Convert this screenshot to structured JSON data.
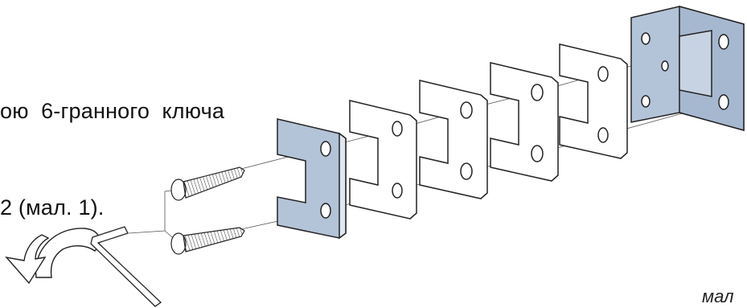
{
  "instructions": {
    "line1": "ою  6-гранного  ключа",
    "line2": "2 (мал. 1)."
  },
  "figure": {
    "caption": "мал",
    "colors": {
      "blue_plate": "#b3c3d8",
      "outline": "#222222",
      "guide_line": "#555555"
    },
    "parts": [
      "rotation-arrow-icon",
      "hex-key",
      "screw",
      "screw",
      "blue-front-plate",
      "spacer-plate",
      "spacer-plate",
      "spacer-plate",
      "spacer-plate",
      "corner-bracket"
    ]
  }
}
